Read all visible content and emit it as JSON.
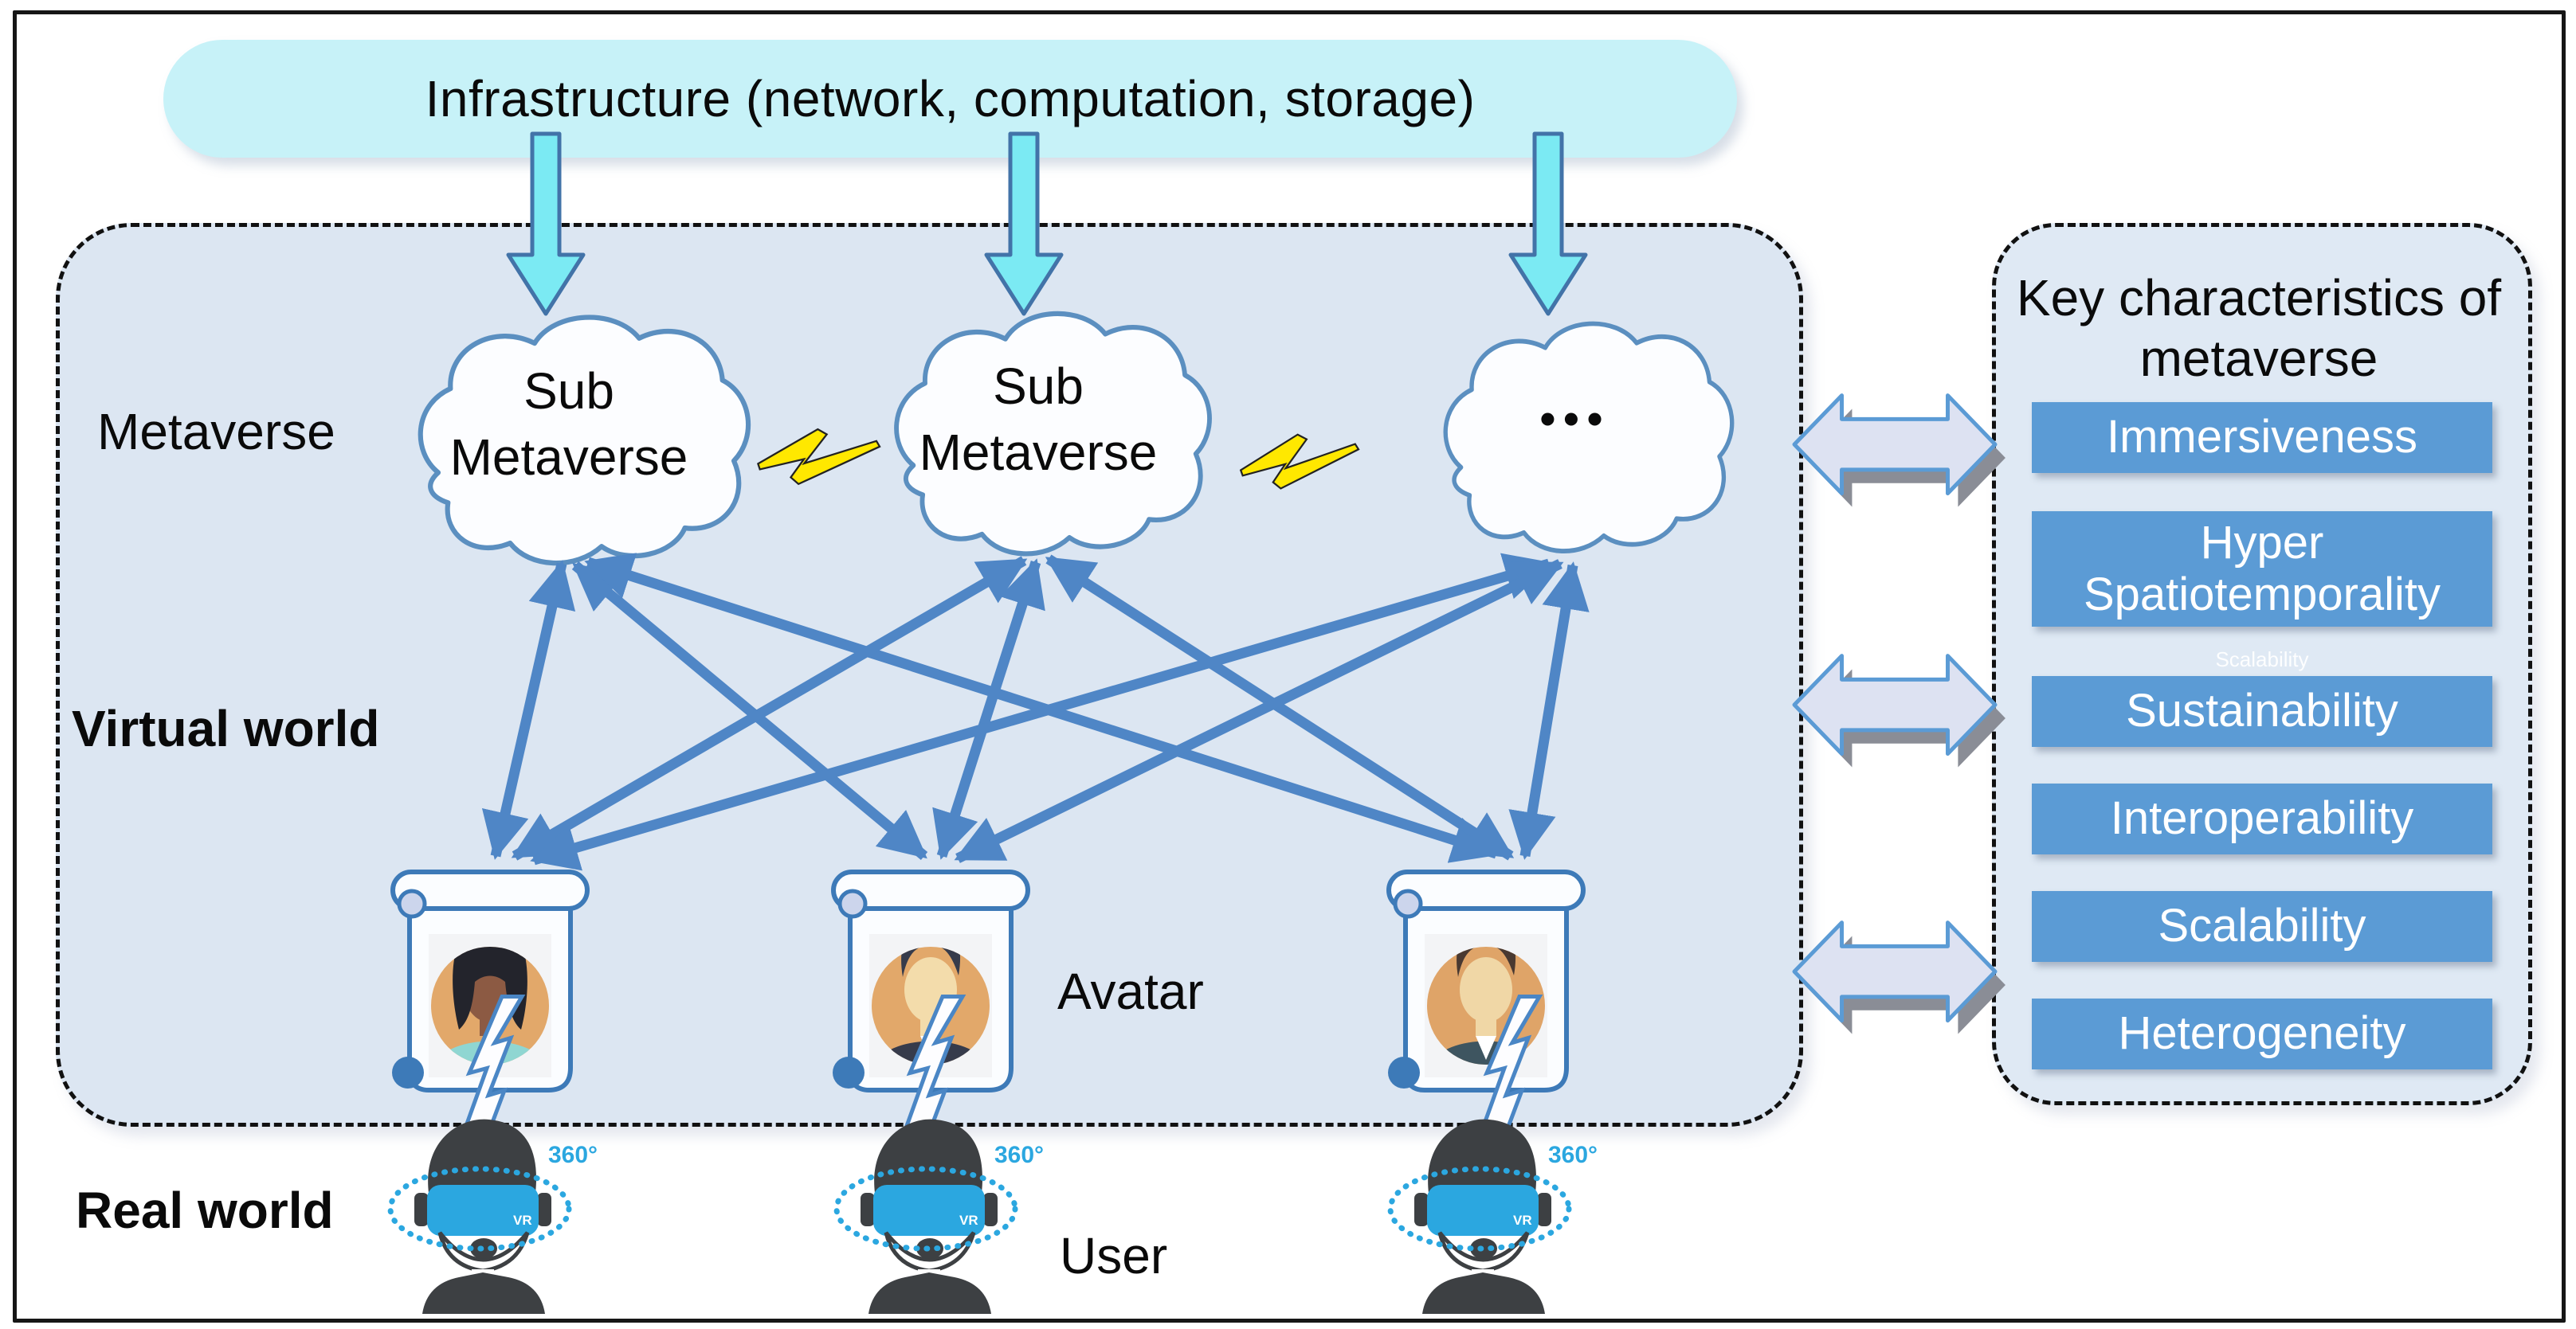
{
  "infrastructure": {
    "label": "Infrastructure (network, computation, storage)"
  },
  "world_labels": {
    "metaverse": "Metaverse",
    "virtual_world": "Virtual world",
    "real_world": "Real world",
    "avatar": "Avatar",
    "user": "User"
  },
  "clouds": [
    {
      "label": "Sub Metaverse"
    },
    {
      "label": "Sub Metaverse"
    },
    {
      "label": "•••"
    }
  ],
  "key_characteristics": {
    "title": "Key characteristics of metaverse",
    "items": [
      "Immersiveness",
      "Hyper Spatiotemporality",
      "Sustainability",
      "Interoperability",
      "Scalability",
      "Heterogeneity"
    ],
    "ghost_label": "Scalability"
  },
  "users": [
    {
      "rotation_label": "360°",
      "headset_label": "VR"
    },
    {
      "rotation_label": "360°",
      "headset_label": "VR"
    },
    {
      "rotation_label": "360°",
      "headset_label": "VR"
    }
  ],
  "colors": {
    "infrastructure_pill": "#c7f2f8",
    "cyan_arrow": "#7beaf3",
    "virtual_world_bg": "#dce6f2",
    "key_box_bg": "#dfe9f4",
    "characteristic_bar": "#5b9bd5",
    "cloud_outline": "#5b8fc0",
    "network_arrow": "#4f86c6",
    "lightning_yellow": "#ffe800",
    "vr_blue": "#2ba7e0",
    "double_arrow_fill": "#dde2f2"
  }
}
